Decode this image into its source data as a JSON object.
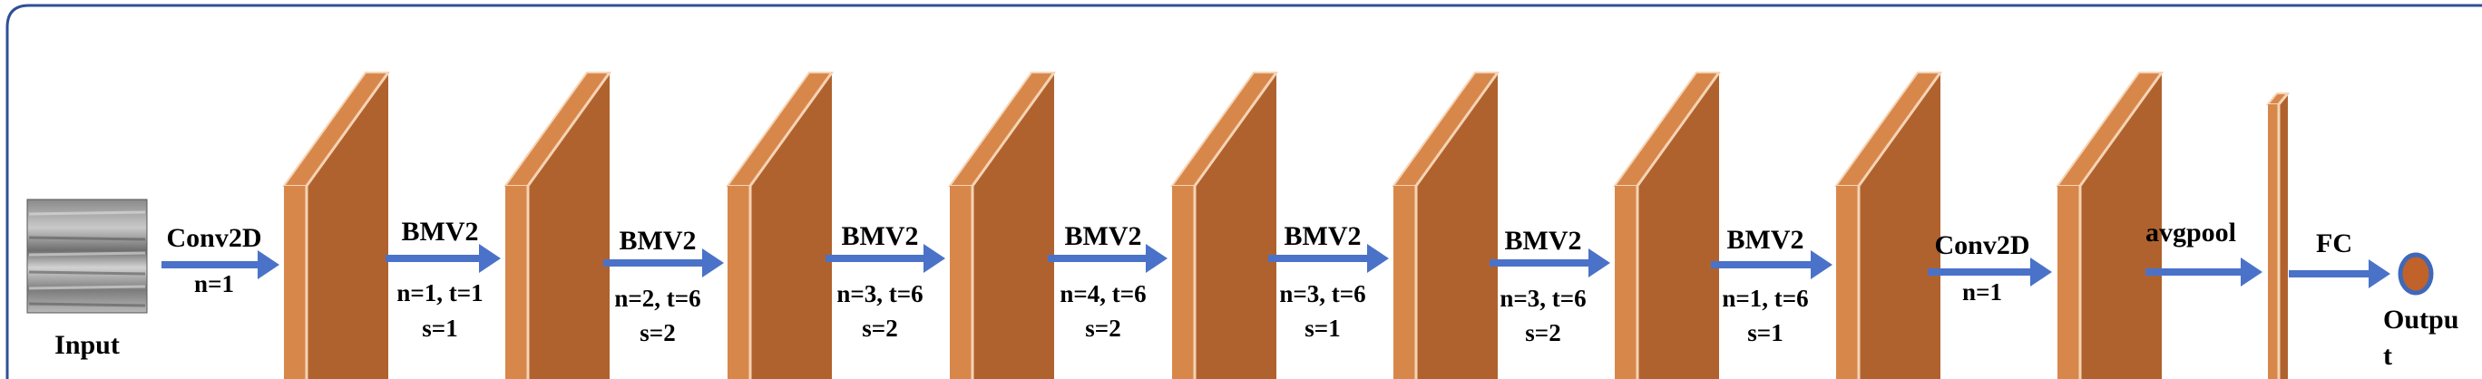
{
  "colors": {
    "frame": "#2f4f96",
    "arrow": "#4a72c8",
    "layer_front": "#b0622e",
    "layer_side": "#d8874b",
    "layer_edge": "#f5d4b4",
    "output_fill": "#c0622a",
    "output_ring": "#3f68b9"
  },
  "input": {
    "label": "Input"
  },
  "blocks": [
    {
      "title": "Conv2D",
      "line1": "n=1",
      "line2": ""
    },
    {
      "title": "BMV2",
      "line1": "n=1, t=1",
      "line2": "s=1"
    },
    {
      "title": "BMV2",
      "line1": "n=2, t=6",
      "line2": "s=2"
    },
    {
      "title": "BMV2",
      "line1": "n=3, t=6",
      "line2": "s=2"
    },
    {
      "title": "BMV2",
      "line1": "n=4, t=6",
      "line2": "s=2"
    },
    {
      "title": "BMV2",
      "line1": "n=3, t=6",
      "line2": "s=1"
    },
    {
      "title": "BMV2",
      "line1": "n=3, t=6",
      "line2": "s=2"
    },
    {
      "title": "BMV2",
      "line1": "n=1, t=6",
      "line2": "s=1"
    },
    {
      "title": "Conv2D",
      "line1": "n=1",
      "line2": ""
    },
    {
      "title": "avgpool",
      "line1": "",
      "line2": ""
    },
    {
      "title": "FC",
      "line1": "",
      "line2": ""
    }
  ],
  "output": {
    "label_line1": "Outpu",
    "label_line2": "t"
  }
}
